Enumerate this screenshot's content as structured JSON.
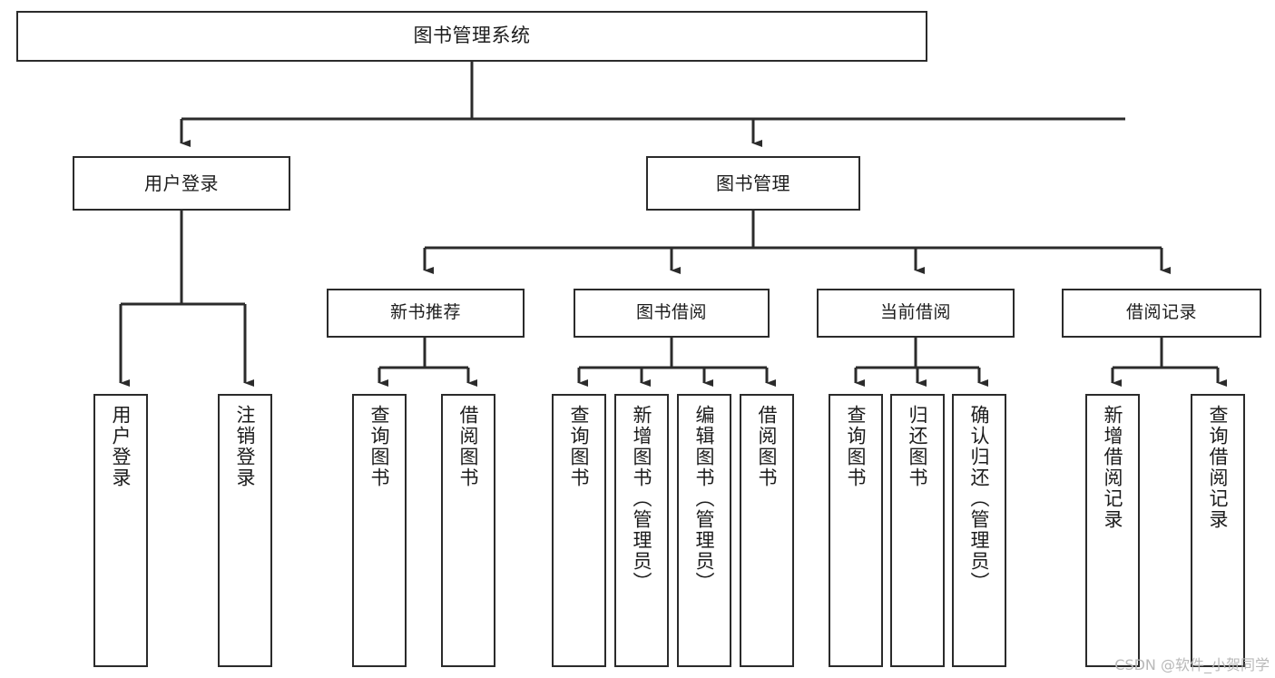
{
  "diagram": {
    "title": "图书管理系统",
    "type": "tree",
    "watermark": "CSDN @软件_小贺同学",
    "line_color": "#2b2b2b",
    "box_fill": "#ffffff",
    "text_color": "#1c1c1c",
    "root": {
      "label": "图书管理系统"
    },
    "level2": [
      {
        "label": "用户登录"
      },
      {
        "label": "图书管理"
      }
    ],
    "level3": [
      {
        "label": "新书推荐"
      },
      {
        "label": "图书借阅"
      },
      {
        "label": "当前借阅"
      },
      {
        "label": "借阅记录"
      }
    ],
    "leaves": {
      "user_login": [
        {
          "label": "用户登录"
        },
        {
          "label": "注销登录"
        }
      ],
      "new_book": [
        {
          "label": "查询图书"
        },
        {
          "label": "借阅图书"
        }
      ],
      "book_borrow": [
        {
          "label": "查询图书"
        },
        {
          "label": "新增图书（管理员）"
        },
        {
          "label": "编辑图书（管理员）"
        },
        {
          "label": "借阅图书"
        }
      ],
      "current_borrow": [
        {
          "label": "查询图书"
        },
        {
          "label": "归还图书"
        },
        {
          "label": "确认归还（管理员）"
        }
      ],
      "borrow_record": [
        {
          "label": "新增借阅记录"
        },
        {
          "label": "查询借阅记录"
        }
      ]
    }
  }
}
